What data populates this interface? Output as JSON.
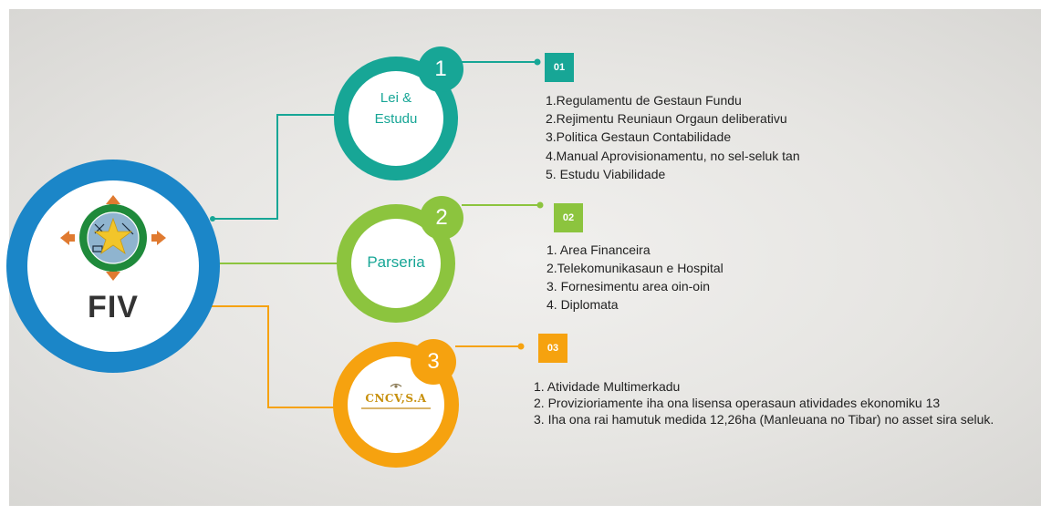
{
  "hub": {
    "title": "FIV"
  },
  "branches": [
    {
      "number": "1",
      "tag": "01",
      "label_lines": [
        "Lei &",
        "Estudu"
      ],
      "color": "#17a696",
      "items": [
        "1.Regulamentu de Gestaun Fundu",
        "2.Rejimentu Reuniaun Orgaun deliberativu",
        "3.Politica Gestaun Contabilidade",
        "4.Manual Aprovisionamentu, no sel-seluk tan",
        "5. Estudu Viabilidade"
      ]
    },
    {
      "number": "2",
      "tag": "02",
      "label_lines": [
        "Parseria"
      ],
      "color": "#8cc43e",
      "items": [
        "1. Area Financeira",
        "2.Telekomunikasaun e Hospital",
        "3. Fornesimentu area oin-oin",
        "4. Diplomata"
      ]
    },
    {
      "number": "3",
      "tag": "03",
      "logo_text": "CNCV,S.A",
      "color": "#f6a20f",
      "items": [
        "1. Atividade Multimerkadu",
        "2. Provizioriamente iha ona lisensa operasaun atividades ekonomiku 13",
        "3. Iha ona rai hamutuk medida 12,26ha (Manleuana no Tibar) no asset sira seluk."
      ]
    }
  ],
  "hub_color": "#1b86c8"
}
